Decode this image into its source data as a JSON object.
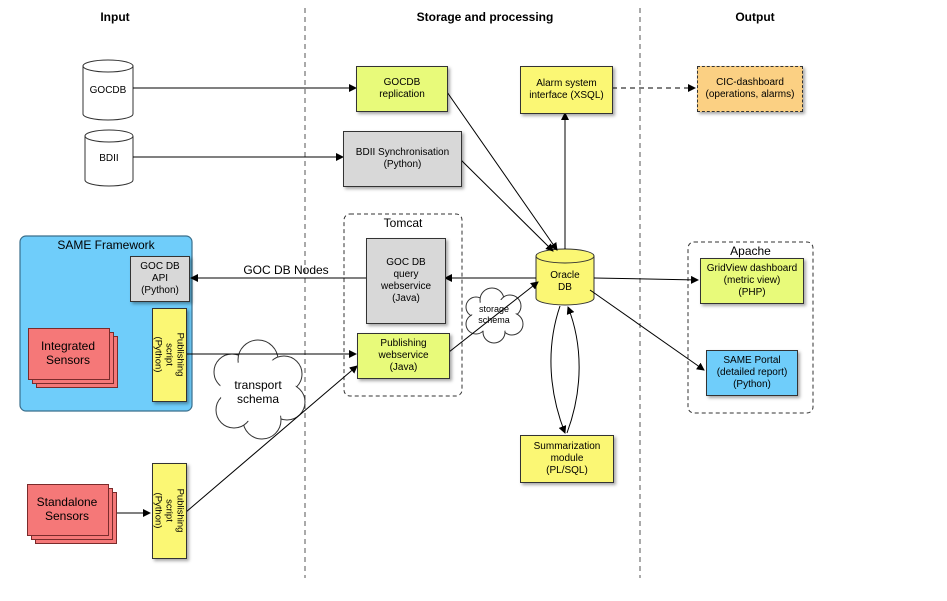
{
  "columns": {
    "input": "Input",
    "storage": "Storage and processing",
    "output": "Output"
  },
  "databases": {
    "gocdb": "GOCDB",
    "bdii": "BDII",
    "oracle": "Oracle\nDB"
  },
  "containers": {
    "same_framework": "SAME Framework",
    "tomcat": "Tomcat",
    "apache": "Apache"
  },
  "boxes": {
    "gocdb_replication": "GOCDB\nreplication",
    "bdii_sync": "BDII Synchronisation\n(Python)",
    "alarm_interface": "Alarm system\ninterface (XSQL)",
    "cic_dashboard": "CIC-dashboard\n(operations, alarms)",
    "goc_db_api": "GOC DB\nAPI\n(Python)",
    "goc_db_query_ws": "GOC DB\nquery\nwebservice\n(Java)",
    "publishing_ws": "Publishing\nwebservice\n(Java)",
    "gridview_dashboard": "GridView dashboard\n(metric view)\n(PHP)",
    "same_portal": "SAME Portal\n(detailed report)\n(Python)",
    "summarization": "Summarization\nmodule\n(PL/SQL)",
    "publishing_script_framework": "Publishing\nscript\n(Python)",
    "publishing_script_standalone": "Publishing\nscript\n(Python)"
  },
  "sensors": {
    "integrated": "Integrated\nSensors",
    "standalone": "Standalone\nSensors"
  },
  "clouds": {
    "transport_schema": "transport\nschema",
    "storage_schema": "storage\nschema"
  },
  "edge_labels": {
    "goc_db_nodes": "GOC DB Nodes"
  },
  "colors": {
    "yellow_green": "#e8fa7a",
    "yellow": "#fbf774",
    "grey": "#d8d8d8",
    "orange": "#fbd083",
    "blue": "#6fcdfa",
    "red": "#f57878"
  }
}
